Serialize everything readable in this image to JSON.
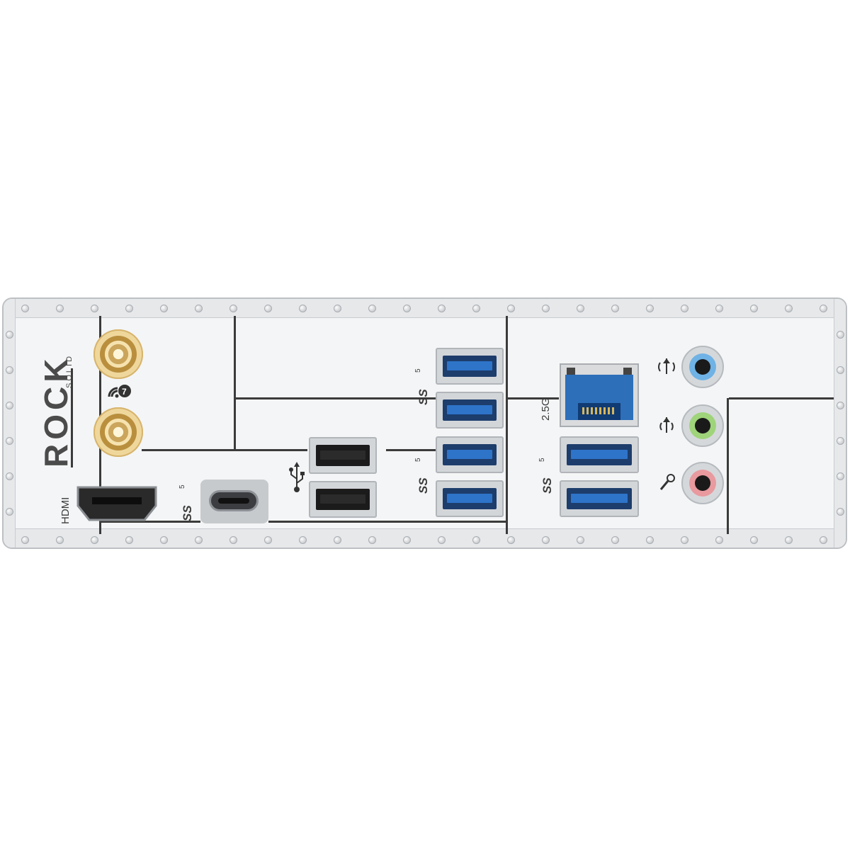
{
  "brand": {
    "logo": "ROCK",
    "logo_sub": "SOLID"
  },
  "labels": {
    "hdmi": "HDMI",
    "lan_speed": "2.5G",
    "ss_usbc": "SS",
    "ss_usbc_gen": "5",
    "ss_mid_top": "SS",
    "ss_mid_top_gen": "5",
    "ss_mid_bottom": "SS",
    "ss_mid_bottom_gen": "5",
    "ss_right": "SS",
    "ss_right_gen": "5"
  },
  "colors": {
    "usb3_blue": "#2e74c9",
    "line_in_blue": "#6fb2e5",
    "line_out_green": "#9fd47a",
    "mic_pink": "#e89a9f",
    "antenna_gold": "#d7b46c"
  },
  "icons": {
    "wifi": "wifi7-icon",
    "usb": "usb-trident-icon",
    "line_in": "line-in-icon",
    "line_out": "line-out-icon",
    "mic": "microphone-icon"
  }
}
